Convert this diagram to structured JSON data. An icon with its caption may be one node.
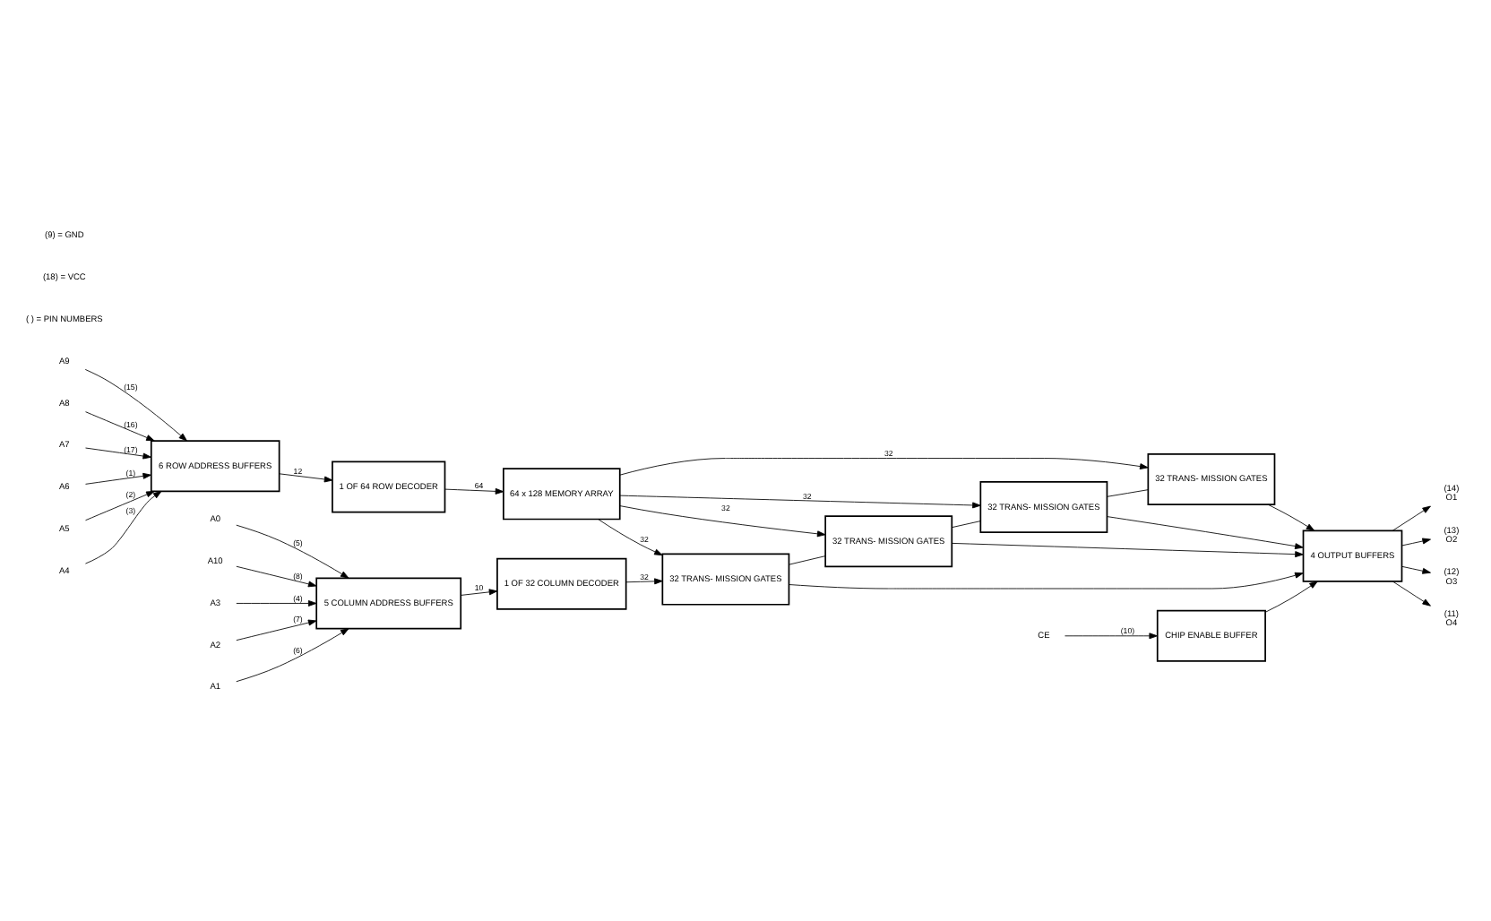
{
  "diagram": {
    "nodes": [
      {
        "text": [
          "A9"
        ]
      },
      {
        "text": [
          "A8"
        ]
      },
      {
        "text": [
          "A7"
        ]
      },
      {
        "text": [
          "A6"
        ]
      },
      {
        "text": [
          "A5"
        ]
      },
      {
        "text": [
          "A4"
        ]
      },
      {
        "text": [
          "6 ROW ADDRESS BUFFERS"
        ]
      },
      {
        "text": [
          "1 OF 64 ROW DECODER"
        ]
      },
      {
        "text": [
          "64 x 128 MEMORY ARRAY"
        ]
      },
      {
        "text": [
          "A10"
        ]
      },
      {
        "text": [
          "A3"
        ]
      },
      {
        "text": [
          "A2"
        ]
      },
      {
        "text": [
          "A1"
        ]
      },
      {
        "text": [
          "A0"
        ]
      },
      {
        "text": [
          "5 COLUMN ADDRESS BUFFERS"
        ]
      },
      {
        "text": [
          "1 OF 32 COLUMN DECODER"
        ]
      },
      {
        "text": [
          "32 TRANS- MISSION GATES"
        ]
      },
      {
        "text": [
          "32 TRANS- MISSION GATES"
        ]
      },
      {
        "text": [
          "32 TRANS- MISSION GATES"
        ]
      },
      {
        "text": [
          "32 TRANS- MISSION GATES"
        ]
      },
      {
        "text": [
          "CE"
        ]
      },
      {
        "text": [
          "CHIP ENABLE BUFFER"
        ]
      },
      {
        "text": [
          "4 OUTPUT BUFFERS"
        ]
      },
      {
        "text": [
          "O1"
        ],
        "beside": [
          "(14)"
        ]
      },
      {
        "text": [
          "O2"
        ],
        "beside": [
          "(13)"
        ]
      },
      {
        "text": [
          "O3"
        ],
        "beside": [
          "(12)"
        ]
      },
      {
        "text": [
          "O4"
        ],
        "beside": [
          "(11)"
        ]
      }
    ],
    "edges": [
      {
        "from": 0,
        "to": 6,
        "arrow": "to",
        "label": "(15)"
      },
      {
        "from": 1,
        "to": 6,
        "arrow": "to",
        "label": "(16)"
      },
      {
        "from": 2,
        "to": 6,
        "arrow": "to",
        "label": "(17)"
      },
      {
        "from": 3,
        "to": 6,
        "arrow": "to",
        "label": "(1)"
      },
      {
        "from": 4,
        "to": 6,
        "arrow": "to",
        "label": "(2)"
      },
      {
        "from": 5,
        "to": 6,
        "arrow": "to",
        "label": "(3)"
      },
      {
        "from": 6,
        "to": 7,
        "arrow": "to",
        "label": "12"
      },
      {
        "from": 7,
        "to": 8,
        "arrow": "to",
        "label": "64"
      },
      {
        "from": 8,
        "to": 16,
        "arrow": "to",
        "label": "32"
      },
      {
        "from": 8,
        "to": 17,
        "arrow": "to",
        "label": "32"
      },
      {
        "from": 8,
        "to": 18,
        "arrow": "to",
        "label": "32"
      },
      {
        "from": 8,
        "to": 19,
        "arrow": "to",
        "label": "32"
      },
      {
        "from": 9,
        "to": 14,
        "arrow": "to",
        "label": "(8)"
      },
      {
        "from": 10,
        "to": 14,
        "arrow": "to",
        "label": "(4)"
      },
      {
        "from": 11,
        "to": 14,
        "arrow": "to",
        "label": "(7)"
      },
      {
        "from": 12,
        "to": 14,
        "arrow": "to",
        "label": "(6)"
      },
      {
        "from": 13,
        "to": 14,
        "arrow": "to",
        "label": "(5)"
      },
      {
        "from": 14,
        "to": 15,
        "arrow": "to",
        "label": "10"
      },
      {
        "from": 15,
        "to": 16,
        "arrow": "to",
        "label": "32"
      },
      {
        "from": 16,
        "to": 17,
        "arrow": "none"
      },
      {
        "from": 17,
        "to": 18,
        "arrow": "none"
      },
      {
        "from": 18,
        "to": 19,
        "arrow": "none"
      },
      {
        "from": 16,
        "to": 22,
        "arrow": "to"
      },
      {
        "from": 17,
        "to": 22,
        "arrow": "to"
      },
      {
        "from": 18,
        "to": 22,
        "arrow": "to"
      },
      {
        "from": 19,
        "to": 22,
        "arrow": "to"
      },
      {
        "from": 20,
        "to": 21,
        "arrow": "to",
        "label": "(10)"
      },
      {
        "from": 21,
        "to": 22,
        "arrow": "to"
      },
      {
        "from": 22,
        "to": 23,
        "arrow": "to"
      },
      {
        "from": 22,
        "to": 24,
        "arrow": "to"
      },
      {
        "from": 22,
        "to": 25,
        "arrow": "to"
      },
      {
        "from": 22,
        "to": 26,
        "arrow": "to"
      }
    ],
    "labels": [
      "( ) = PIN NUMBERS",
      "(18) = VCC",
      "(9) = GND"
    ]
  }
}
